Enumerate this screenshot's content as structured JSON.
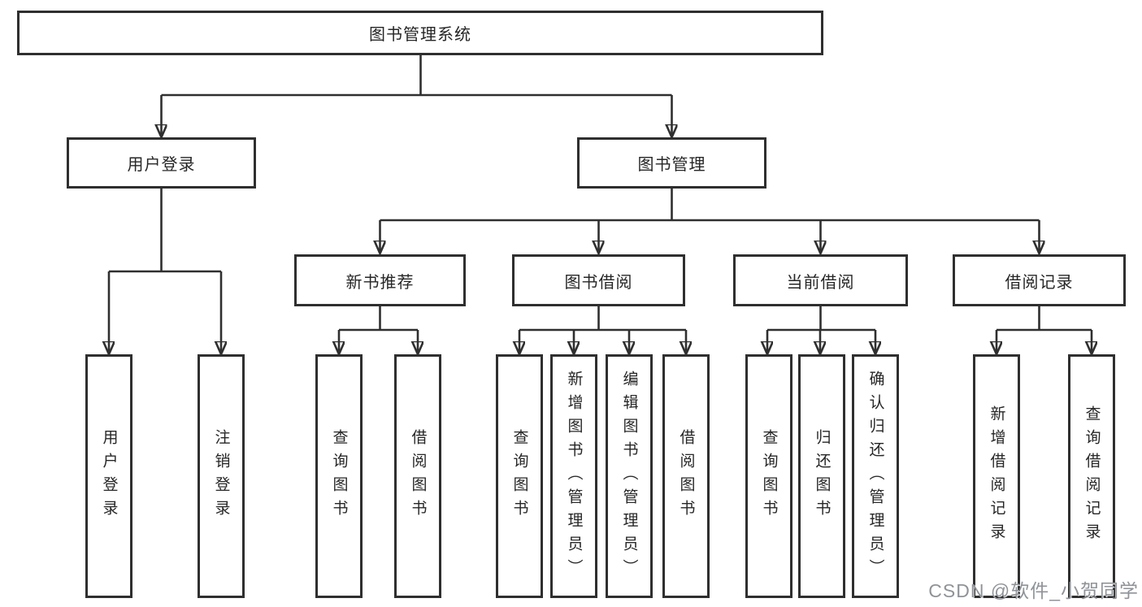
{
  "diagram": {
    "title": "图书管理系统",
    "root": {
      "label": "图书管理系统"
    },
    "level2": [
      {
        "label": "用户登录"
      },
      {
        "label": "图书管理"
      }
    ],
    "level3": [
      {
        "label": "新书推荐"
      },
      {
        "label": "图书借阅"
      },
      {
        "label": "当前借阅"
      },
      {
        "label": "借阅记录"
      }
    ],
    "leaves": [
      "用户登录",
      "注销登录",
      "查询图书",
      "借阅图书",
      "查询图书",
      "新增图书（管理员）",
      "编辑图书（管理员）",
      "借阅图书",
      "查询图书",
      "归还图书",
      "确认归还（管理员）",
      "新增借阅记录",
      "查询借阅记录"
    ],
    "watermark": "CSDN @软件_小贺同学",
    "colors": {
      "line": "#2f2f2f",
      "box_bg": "#ffffff",
      "text": "#262626",
      "watermark": "#8f9398"
    }
  }
}
